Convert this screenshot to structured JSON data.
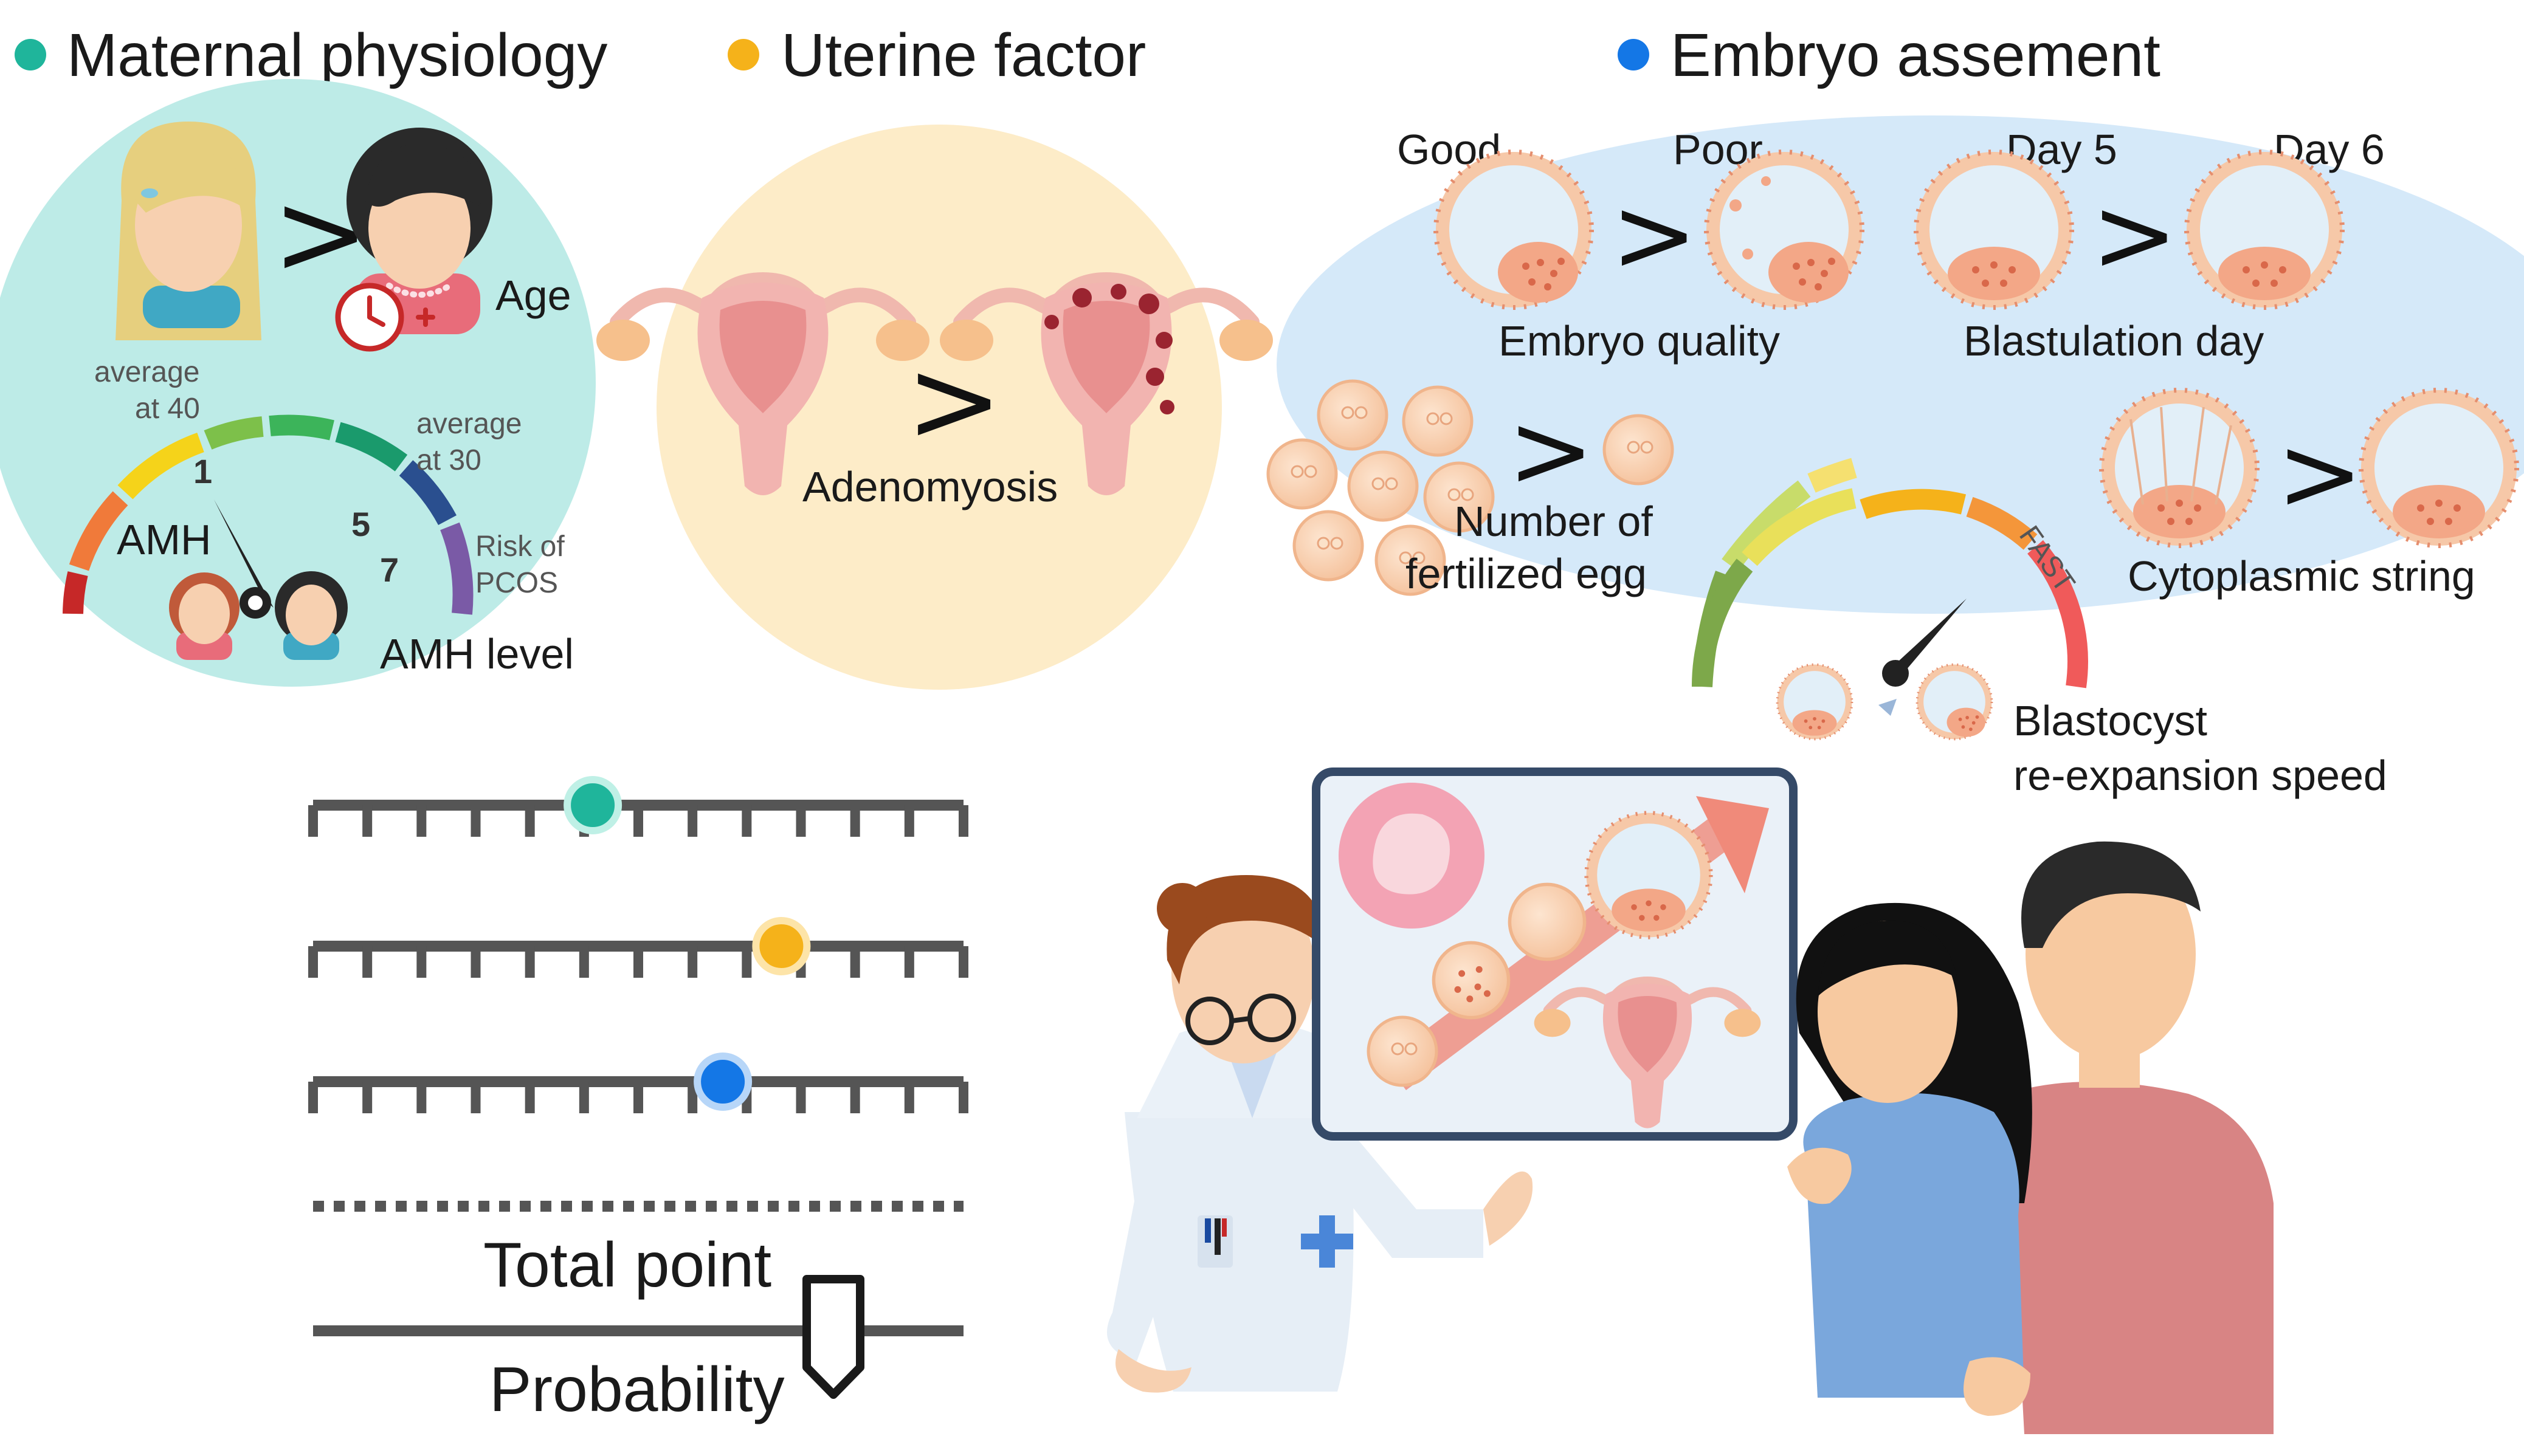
{
  "colors": {
    "maternal": "#1fb59b",
    "uterine": "#f5b21a",
    "embryo": "#1477e6",
    "teal_bg": "#bdebe7",
    "yellow_bg": "#fdecc8",
    "blue_bg": "#d5e9f9"
  },
  "headers": {
    "maternal": "Maternal physiology",
    "uterine": "Uterine factor",
    "embryo": "Embryo assement"
  },
  "maternal": {
    "age_label": "Age",
    "avg40_line1": "average",
    "avg40_line2": "at 40",
    "avg30_line1": "average",
    "avg30_line2": "at 30",
    "tick_1": "1",
    "tick_5": "5",
    "tick_7": "7",
    "amh_label": "AMH",
    "risk_line1": "Risk of",
    "risk_line2": "PCOS",
    "amh_level": "AMH level",
    "gt_symbol": ">"
  },
  "uterine": {
    "adenomyosis": "Adenomyosis",
    "gt_symbol": ">"
  },
  "embryo": {
    "good": "Good",
    "poor": "Poor",
    "day5": "Day 5",
    "day6": "Day 6",
    "quality": "Embryo quality",
    "blastulation": "Blastulation day",
    "number_line1": "Number of",
    "number_line2": "fertilized egg",
    "cytoplasmic": "Cytoplasmic string",
    "fast": "FAST",
    "reexp_line1": "Blastocyst",
    "reexp_line2": "re-expansion speed",
    "gt_symbol": ">"
  },
  "nomogram": {
    "slider1_pos": 0.43,
    "slider2_pos": 0.72,
    "slider3_pos": 0.63,
    "total_point": "Total point",
    "probability": "Probability",
    "pointer_pos": 0.8
  }
}
